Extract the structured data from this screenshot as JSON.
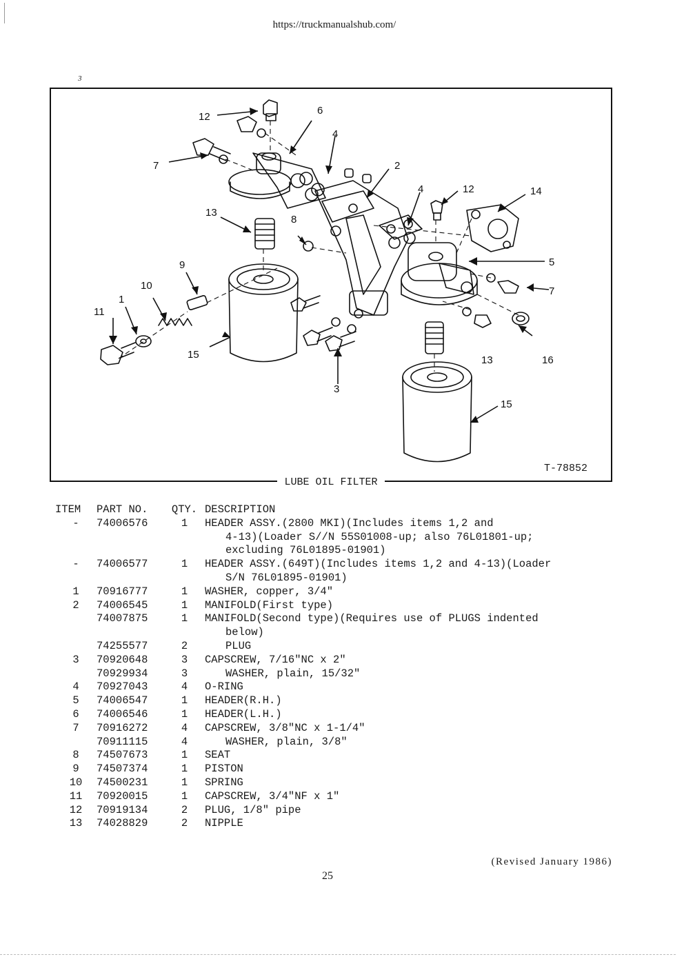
{
  "header": {
    "url": "https://truckmanualshub.com/"
  },
  "stray_mark": "3",
  "figure": {
    "caption": "LUBE OIL FILTER",
    "figure_number": "T-78852",
    "callouts": {
      "c12a": "12",
      "c6": "6",
      "c4a": "4",
      "c7a": "7",
      "c2": "2",
      "c4b": "4",
      "c12b": "12",
      "c14": "14",
      "c13a": "13",
      "c8": "8",
      "c5": "5",
      "c9": "9",
      "c7b": "7",
      "c10": "10",
      "c1": "1",
      "c11": "11",
      "c15a": "15",
      "c13b": "13",
      "c16": "16",
      "c3": "3",
      "c15b": "15"
    }
  },
  "table": {
    "headers": {
      "item": "ITEM",
      "part": "PART NO.",
      "qty": "QTY.",
      "desc": "DESCRIPTION"
    },
    "rows": [
      {
        "item": "-",
        "part": "74006576",
        "qty": "1",
        "desc": [
          "HEADER ASSY.(2800 MKI)(Includes items 1,2 and",
          "4-13)(Loader S//N 55S01008-up; also 76L01801-up;",
          "excluding 76L01895-01901)"
        ]
      },
      {
        "item": "-",
        "part": "74006577",
        "qty": "1",
        "desc": [
          "HEADER ASSY.(649T)(Includes items 1,2 and 4-13)(Loader",
          "S/N 76L01895-01901)"
        ]
      },
      {
        "item": "1",
        "part": "70916777",
        "qty": "1",
        "desc": [
          "WASHER, copper, 3/4\""
        ]
      },
      {
        "item": "2",
        "part": "74006545",
        "qty": "1",
        "desc": [
          "MANIFOLD(First type)"
        ]
      },
      {
        "item": "",
        "part": "74007875",
        "qty": "1",
        "desc": [
          "MANIFOLD(Second type)(Requires use of PLUGS indented",
          "below)"
        ]
      },
      {
        "item": "",
        "part": "74255577",
        "qty": "2",
        "desc": [
          "PLUG"
        ],
        "indent": true
      },
      {
        "item": "3",
        "part": "70920648",
        "qty": "3",
        "desc": [
          "CAPSCREW, 7/16\"NC x 2\""
        ]
      },
      {
        "item": "",
        "part": "70929934",
        "qty": "3",
        "desc": [
          "WASHER, plain, 15/32\""
        ],
        "indent": true
      },
      {
        "item": "4",
        "part": "70927043",
        "qty": "4",
        "desc": [
          "O-RING"
        ]
      },
      {
        "item": "5",
        "part": "74006547",
        "qty": "1",
        "desc": [
          "HEADER(R.H.)"
        ]
      },
      {
        "item": "6",
        "part": "74006546",
        "qty": "1",
        "desc": [
          "HEADER(L.H.)"
        ]
      },
      {
        "item": "7",
        "part": "70916272",
        "qty": "4",
        "desc": [
          "CAPSCREW, 3/8\"NC x 1-1/4\""
        ]
      },
      {
        "item": "",
        "part": "70911115",
        "qty": "4",
        "desc": [
          "WASHER, plain, 3/8\""
        ],
        "indent": true
      },
      {
        "item": "8",
        "part": "74507673",
        "qty": "1",
        "desc": [
          "SEAT"
        ]
      },
      {
        "item": "9",
        "part": "74507374",
        "qty": "1",
        "desc": [
          "PISTON"
        ]
      },
      {
        "item": "10",
        "part": "74500231",
        "qty": "1",
        "desc": [
          "SPRING"
        ]
      },
      {
        "item": "11",
        "part": "70920015",
        "qty": "1",
        "desc": [
          "CAPSCREW, 3/4\"NF x 1\""
        ]
      },
      {
        "item": "12",
        "part": "70919134",
        "qty": "2",
        "desc": [
          "PLUG, 1/8\" pipe"
        ]
      },
      {
        "item": "13",
        "part": "74028829",
        "qty": "2",
        "desc": [
          "NIPPLE"
        ]
      }
    ]
  },
  "footer": {
    "revised": "(Revised January 1986)",
    "page_number": "25"
  }
}
